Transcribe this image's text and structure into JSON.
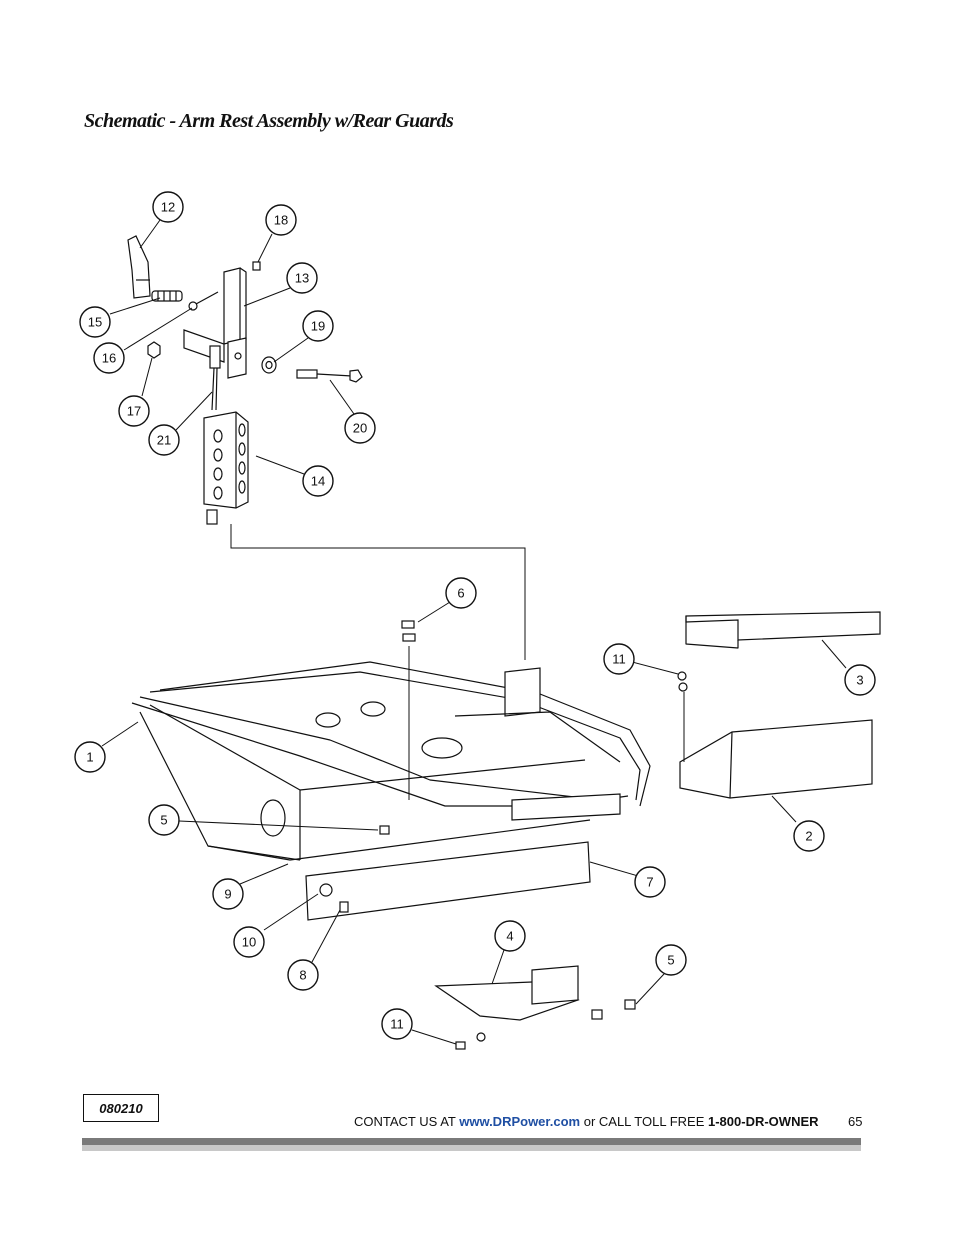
{
  "page": {
    "title": "Schematic - Arm Rest Assembly w/Rear Guards",
    "code": "080210",
    "page_number": "65"
  },
  "footer": {
    "prefix": "CONTACT US AT ",
    "url": "www.DRPower.com",
    "middle": " or CALL TOLL FREE ",
    "phone": "1-800-DR-OWNER"
  },
  "callouts": [
    "12",
    "18",
    "13",
    "15",
    "16",
    "19",
    "17",
    "21",
    "20",
    "14",
    "6",
    "11",
    "3",
    "1",
    "2",
    "5",
    "7",
    "9",
    "10",
    "8",
    "4",
    "5",
    "11"
  ]
}
